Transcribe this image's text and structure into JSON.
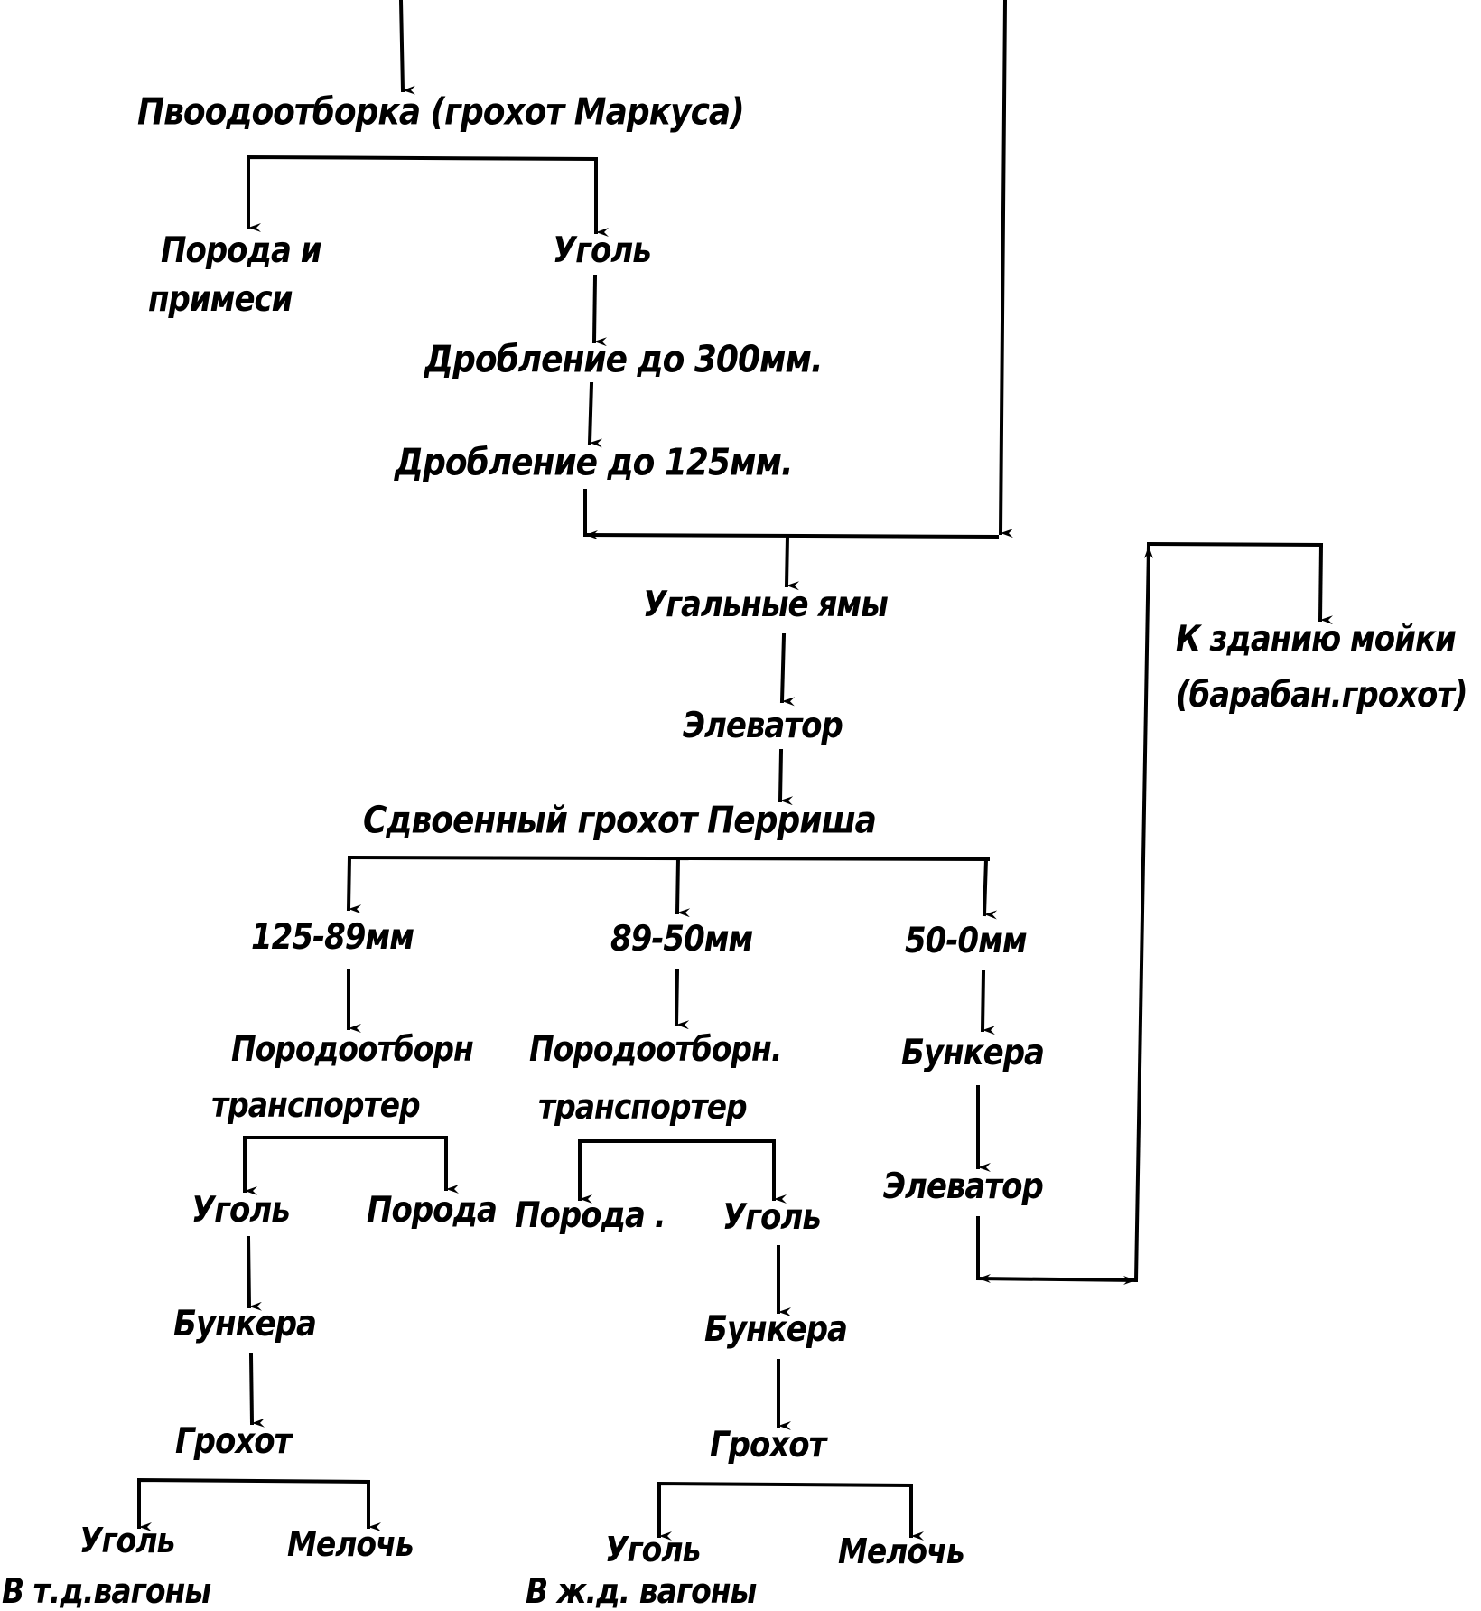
{
  "diagram": {
    "nodes": {
      "marcus_picking": "Пвоодоотборка (грохот Маркуса)",
      "rock_impurities_l1": "Порода и",
      "rock_impurities_l2": "примеси",
      "coal_top": "Уголь",
      "crush_300": "Дробление до 300мм.",
      "crush_125": "Дробление до 125мм.",
      "coal_pits": "Угальные ямы",
      "elevator_main": "Элеватор",
      "perrish_screen": "Сдвоенный  грохот  Перриша",
      "size_125_89": "125-89мм",
      "size_89_50": "89-50мм",
      "size_50_0": "50-0мм",
      "picking_conveyor_a_l1": "Породоотборн",
      "picking_conveyor_a_l2": "транспортер",
      "picking_conveyor_b_l1": "Породоотборн.",
      "picking_conveyor_b_l2": "транспортер",
      "bunkers_c": "Бункера",
      "elevator_c": "Элеватор",
      "coal_a": "Уголь",
      "rock_a": "Порода",
      "rock_b": "Порода .",
      "coal_b": "Уголь",
      "bunkers_a": "Бункера",
      "bunkers_b": "Бункера",
      "screen_a": "Грохот",
      "screen_b": "Грохот",
      "coal_a_out": "Уголь",
      "fines_a": "Мелочь",
      "rail_a": "В т.д.вагоны",
      "coal_b_out": "Уголь",
      "fines_b": "Мелочь",
      "rail_b": "В ж.д. вагоны",
      "washery_l1": "К зданию мойки",
      "washery_l2": "(барабан.грохот)"
    },
    "colors": {
      "ink": "#000000",
      "paper": "#ffffff"
    }
  }
}
